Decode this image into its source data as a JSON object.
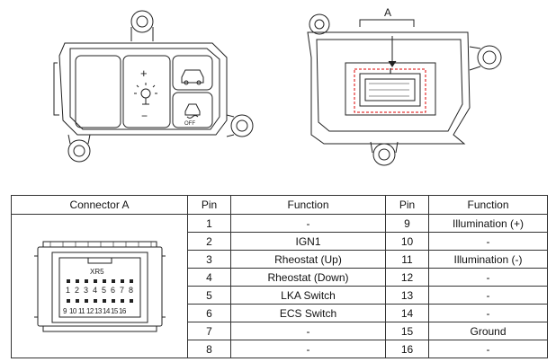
{
  "figure": {
    "callout_label": "A",
    "switch_symbols": {
      "plus": "+",
      "minus": "−",
      "off": "OFF"
    }
  },
  "table": {
    "headers": [
      "Connector A",
      "Pin",
      "Function",
      "Pin",
      "Function"
    ],
    "rows": [
      {
        "pin_left": "1",
        "func_left": "-",
        "pin_right": "9",
        "func_right": "Illumination (+)"
      },
      {
        "pin_left": "2",
        "func_left": "IGN1",
        "pin_right": "10",
        "func_right": "-"
      },
      {
        "pin_left": "3",
        "func_left": "Rheostat (Up)",
        "pin_right": "11",
        "func_right": "Illumination (-)"
      },
      {
        "pin_left": "4",
        "func_left": "Rheostat (Down)",
        "pin_right": "12",
        "func_right": "-"
      },
      {
        "pin_left": "5",
        "func_left": "LKA Switch",
        "pin_right": "13",
        "func_right": "-"
      },
      {
        "pin_left": "6",
        "func_left": "ECS Switch",
        "pin_right": "14",
        "func_right": "-"
      },
      {
        "pin_left": "7",
        "func_left": "-",
        "pin_right": "15",
        "func_right": "Ground"
      },
      {
        "pin_left": "8",
        "func_left": "-",
        "pin_right": "16",
        "func_right": "-"
      }
    ]
  },
  "connector": {
    "label": "XR5",
    "pins_top": [
      "1",
      "2",
      "3",
      "4",
      "5",
      "6",
      "7",
      "8"
    ],
    "pins_bottom": [
      "9",
      "10",
      "11",
      "12",
      "13",
      "14",
      "15",
      "16"
    ]
  }
}
